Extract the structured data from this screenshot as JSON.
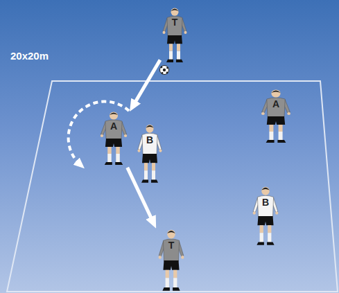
{
  "diagram": {
    "nodes": [
      {
        "text": [
          "T"
        ]
      },
      {
        "text": [
          "A"
        ]
      },
      {
        "text": [
          "B"
        ]
      },
      {
        "text": [
          "A"
        ]
      },
      {
        "text": [
          "B"
        ]
      },
      {
        "text": [
          "T"
        ]
      }
    ],
    "edges": [
      {
        "from": 0,
        "to": 1,
        "arrow": "to"
      },
      {
        "from": 1,
        "to": 5,
        "arrow": "to"
      }
    ],
    "labels": [
      "20x20m"
    ]
  }
}
